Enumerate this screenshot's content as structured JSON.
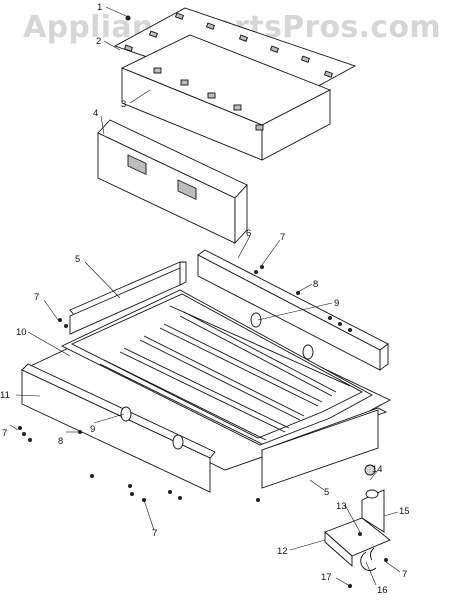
{
  "watermark": "AppliancePartsPros.com",
  "callouts": [
    {
      "id": "c1",
      "text": "1"
    },
    {
      "id": "c2",
      "text": "2"
    },
    {
      "id": "c3",
      "text": "3"
    },
    {
      "id": "c4",
      "text": "4"
    },
    {
      "id": "c5a",
      "text": "5"
    },
    {
      "id": "c6",
      "text": "6"
    },
    {
      "id": "c7a",
      "text": "7"
    },
    {
      "id": "c8a",
      "text": "8"
    },
    {
      "id": "c7b",
      "text": "7"
    },
    {
      "id": "c9a",
      "text": "9"
    },
    {
      "id": "c10",
      "text": "10"
    },
    {
      "id": "c11",
      "text": "11"
    },
    {
      "id": "c7c",
      "text": "7"
    },
    {
      "id": "c8b",
      "text": "8"
    },
    {
      "id": "c9b",
      "text": "9"
    },
    {
      "id": "c7d",
      "text": "7"
    },
    {
      "id": "c5b",
      "text": "5"
    },
    {
      "id": "c14",
      "text": "14"
    },
    {
      "id": "c13",
      "text": "13"
    },
    {
      "id": "c15",
      "text": "15"
    },
    {
      "id": "c12",
      "text": "12"
    },
    {
      "id": "c16",
      "text": "16"
    },
    {
      "id": "c7e",
      "text": "7"
    },
    {
      "id": "c17",
      "text": "17"
    }
  ]
}
